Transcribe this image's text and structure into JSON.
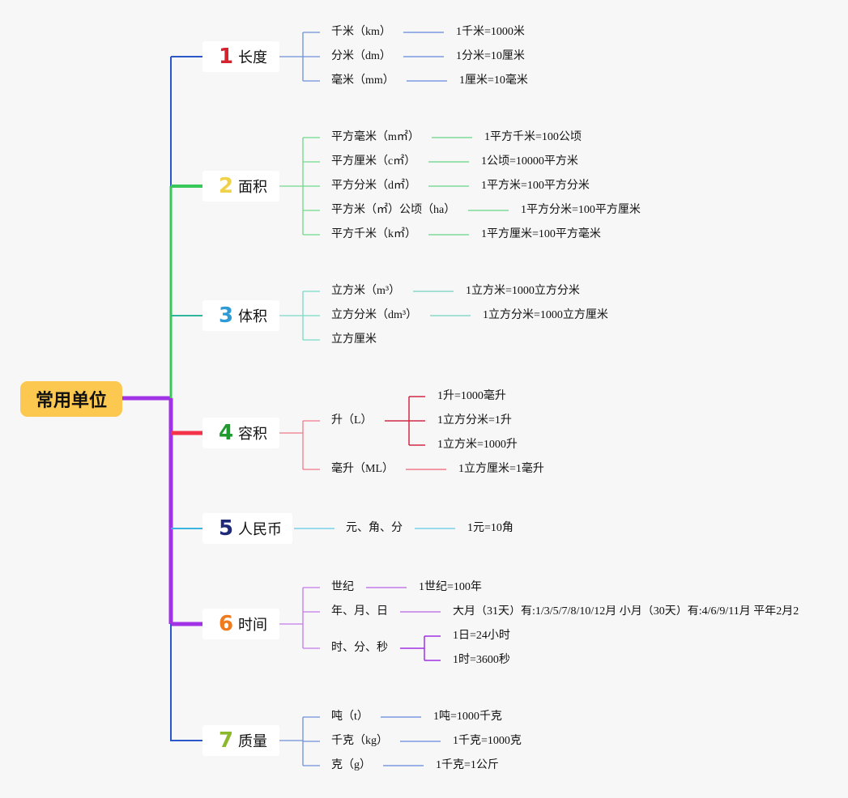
{
  "root": "常用单位",
  "colors": {
    "length": "#2a58c8",
    "area": "#38c85a",
    "volume": "#2fb59c",
    "capacity": "#f2334a",
    "rmb": "#3ab4e0",
    "time": "#a132e6",
    "mass": "#2a58c8",
    "num1": "#d6222e",
    "num2": "#f0d14a",
    "num3": "#2f9bd6",
    "num4": "#1e9a2e",
    "num5": "#1e2a78",
    "num6": "#f07a1e",
    "num7": "#8cb82e"
  },
  "branches": [
    {
      "num": "1",
      "label": "长度",
      "items": [
        {
          "name": "千米（km）",
          "note": "1千米=1000米"
        },
        {
          "name": "分米（dm）",
          "note": "1分米=10厘米"
        },
        {
          "name": "毫米（mm）",
          "note": "1厘米=10毫米"
        }
      ]
    },
    {
      "num": "2",
      "label": "面积",
      "items": [
        {
          "name": "平方毫米（m㎡）",
          "note": "1平方千米=100公顷"
        },
        {
          "name": "平方厘米（c㎡）",
          "note": "1公顷=10000平方米"
        },
        {
          "name": "平方分米（d㎡）",
          "note": "1平方米=100平方分米"
        },
        {
          "name": "平方米（㎡）公顷（ha）",
          "note": "1平方分米=100平方厘米"
        },
        {
          "name": "平方千米（k㎡）",
          "note": "1平方厘米=100平方毫米"
        }
      ]
    },
    {
      "num": "3",
      "label": "体积",
      "items": [
        {
          "name": "立方米（m³）",
          "note": "1立方米=1000立方分米"
        },
        {
          "name": "立方分米（dm³）",
          "note": "1立方分米=1000立方厘米"
        },
        {
          "name": "立方厘米",
          "note": ""
        }
      ]
    },
    {
      "num": "4",
      "label": "容积",
      "items": [
        {
          "name": "升（L）",
          "notes": [
            "1升=1000毫升",
            "1立方分米=1升",
            "1立方米=1000升"
          ]
        },
        {
          "name": "毫升（ML）",
          "note": "1立方厘米=1毫升"
        }
      ]
    },
    {
      "num": "5",
      "label": "人民币",
      "items": [
        {
          "name": "元、角、分",
          "note": "1元=10角"
        }
      ]
    },
    {
      "num": "6",
      "label": "时间",
      "items": [
        {
          "name": "世纪",
          "note": "1世纪=100年"
        },
        {
          "name": "年、月、日",
          "note": "大月（31天）有:1/3/5/7/8/10/12月 小月（30天）有:4/6/9/11月 平年2月2"
        },
        {
          "name": "时、分、秒",
          "notes": [
            "1日=24小时",
            "1时=3600秒"
          ]
        }
      ]
    },
    {
      "num": "7",
      "label": "质量",
      "items": [
        {
          "name": "吨（t）",
          "note": "1吨=1000千克"
        },
        {
          "name": "千克（kg）",
          "note": "1千克=1000克"
        },
        {
          "name": "克（g）",
          "note": "1千克=1公斤"
        }
      ]
    }
  ]
}
